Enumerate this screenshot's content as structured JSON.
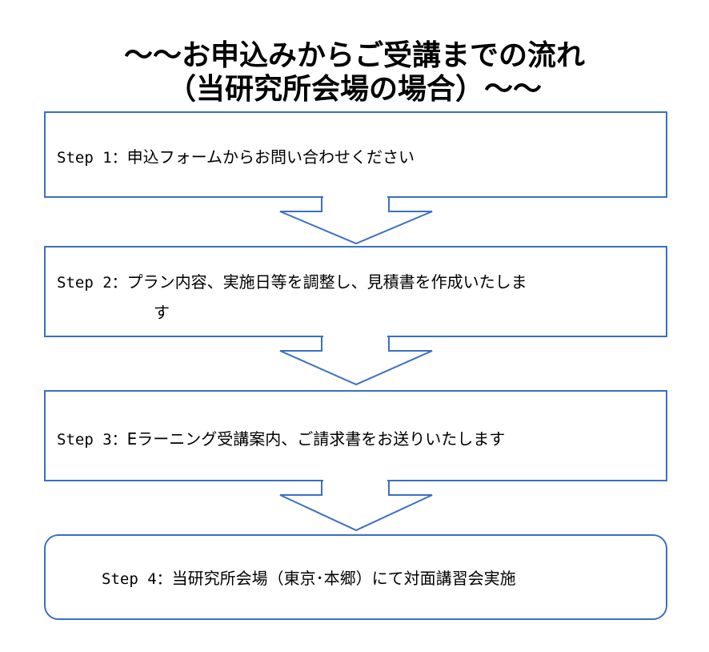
{
  "title": {
    "line1": "～～お申込みからご受講までの流れ",
    "line2": "（当研究所会場の場合）～～"
  },
  "steps": [
    {
      "prefix": "Step 1：",
      "text": "申込フォームからお問い合わせください",
      "text_cont": ""
    },
    {
      "prefix": "Step 2：",
      "text": "プラン内容、実施日等を調整し、見積書を作成いたしま",
      "text_cont": "す"
    },
    {
      "prefix": "Step 3：",
      "text": "Eラーニング受講案内、ご請求書をお送りいたします",
      "text_cont": ""
    },
    {
      "prefix": "Step 4：",
      "text": "当研究所会場（東京･本郷）にて対面講習会実施",
      "text_cont": ""
    }
  ],
  "colors": {
    "border": "#3a6fc4",
    "text": "#000000",
    "background": "#ffffff"
  }
}
